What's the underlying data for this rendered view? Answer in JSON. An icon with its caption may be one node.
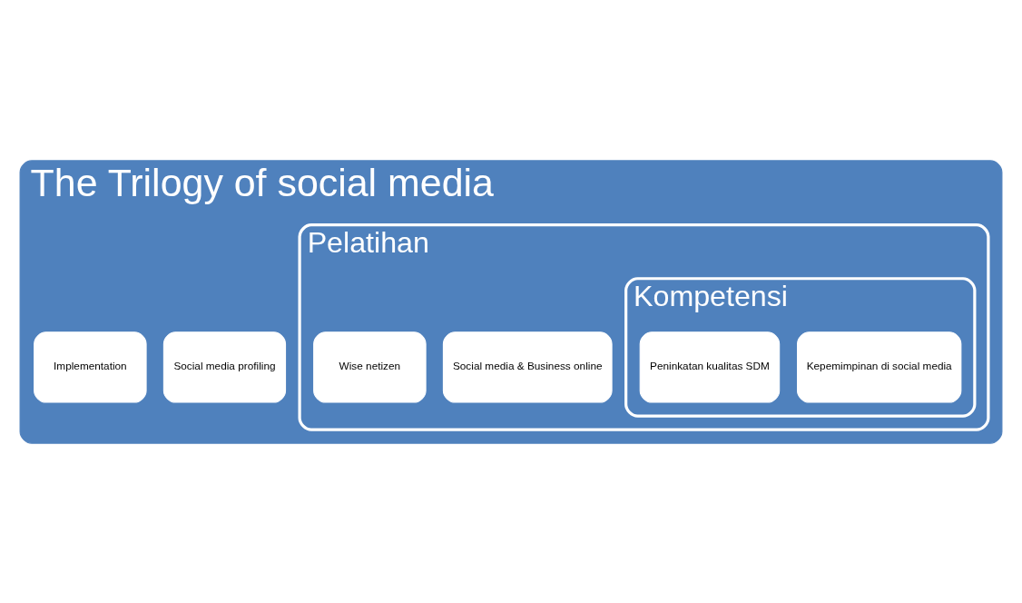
{
  "diagram": {
    "nodes": [
      {
        "text": [
          "The Trilogy of social media"
        ]
      },
      {
        "text": [
          "Social media profiling"
        ],
        "in": 0
      },
      {
        "text": [
          "Implementation"
        ],
        "in": 0
      },
      {
        "text": [
          "Pelatihan"
        ],
        "in": 0
      },
      {
        "text": [
          "Social media & Business online"
        ],
        "in": 3
      },
      {
        "text": [
          "Wise netizen"
        ],
        "in": 3
      },
      {
        "text": [
          "Kompetensi"
        ],
        "in": 3
      },
      {
        "text": [
          "Kepemimpinan di social media"
        ],
        "in": 6
      },
      {
        "text": [
          "Peninkatan kualitas SDM"
        ],
        "in": 6
      }
    ]
  }
}
